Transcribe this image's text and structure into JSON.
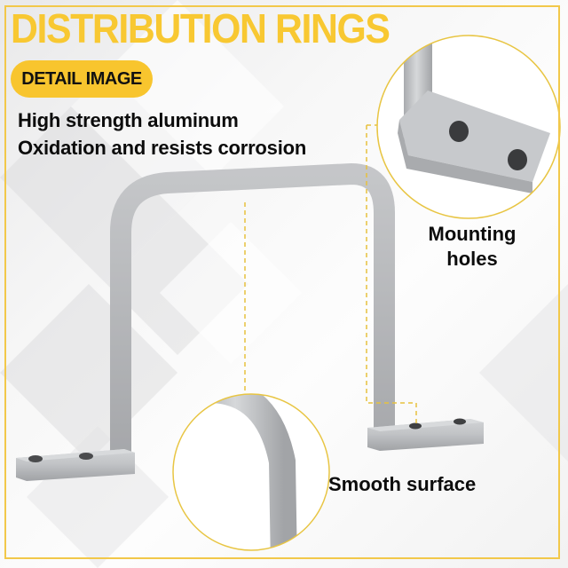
{
  "header": {
    "title": "DISTRIBUTION RINGS",
    "badge": "DETAIL IMAGE"
  },
  "features": [
    "High strength aluminum",
    "Oxidation and resists corrosion"
  ],
  "callouts": {
    "mounting": {
      "line1": "Mounting",
      "line2": "holes"
    },
    "smooth": "Smooth surface"
  },
  "colors": {
    "accent": "#f8c832",
    "frame": "#f2c84a",
    "text": "#0c0c0c",
    "metal": "#c4c6c9"
  }
}
